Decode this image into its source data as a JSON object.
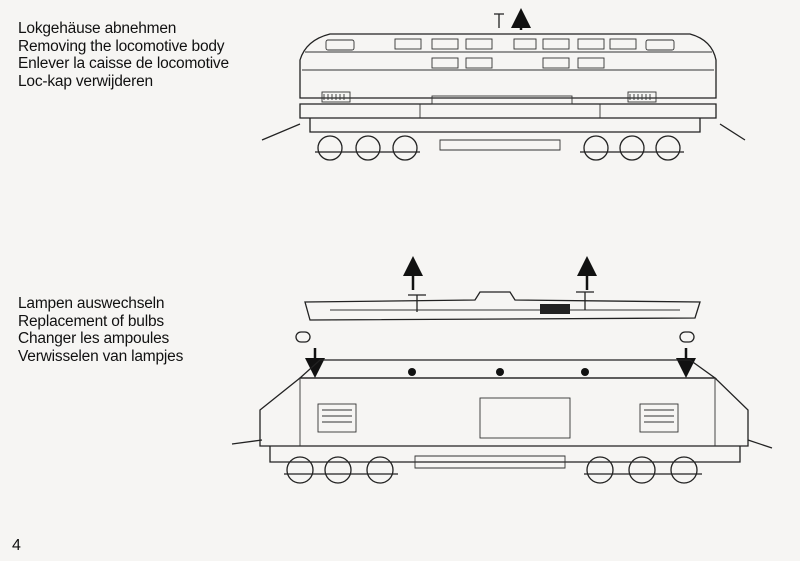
{
  "sections": [
    {
      "lines": [
        "Lokgehäuse abnehmen",
        "Removing the locomotive body",
        "Enlever la caisse de locomotive",
        "Loc-kap verwijderen"
      ]
    },
    {
      "lines": [
        "Lampen auswechseln",
        "Replacement of bulbs",
        "Changer les ampoules",
        "Verwisselen van lampjes"
      ]
    }
  ],
  "page_number": "4"
}
